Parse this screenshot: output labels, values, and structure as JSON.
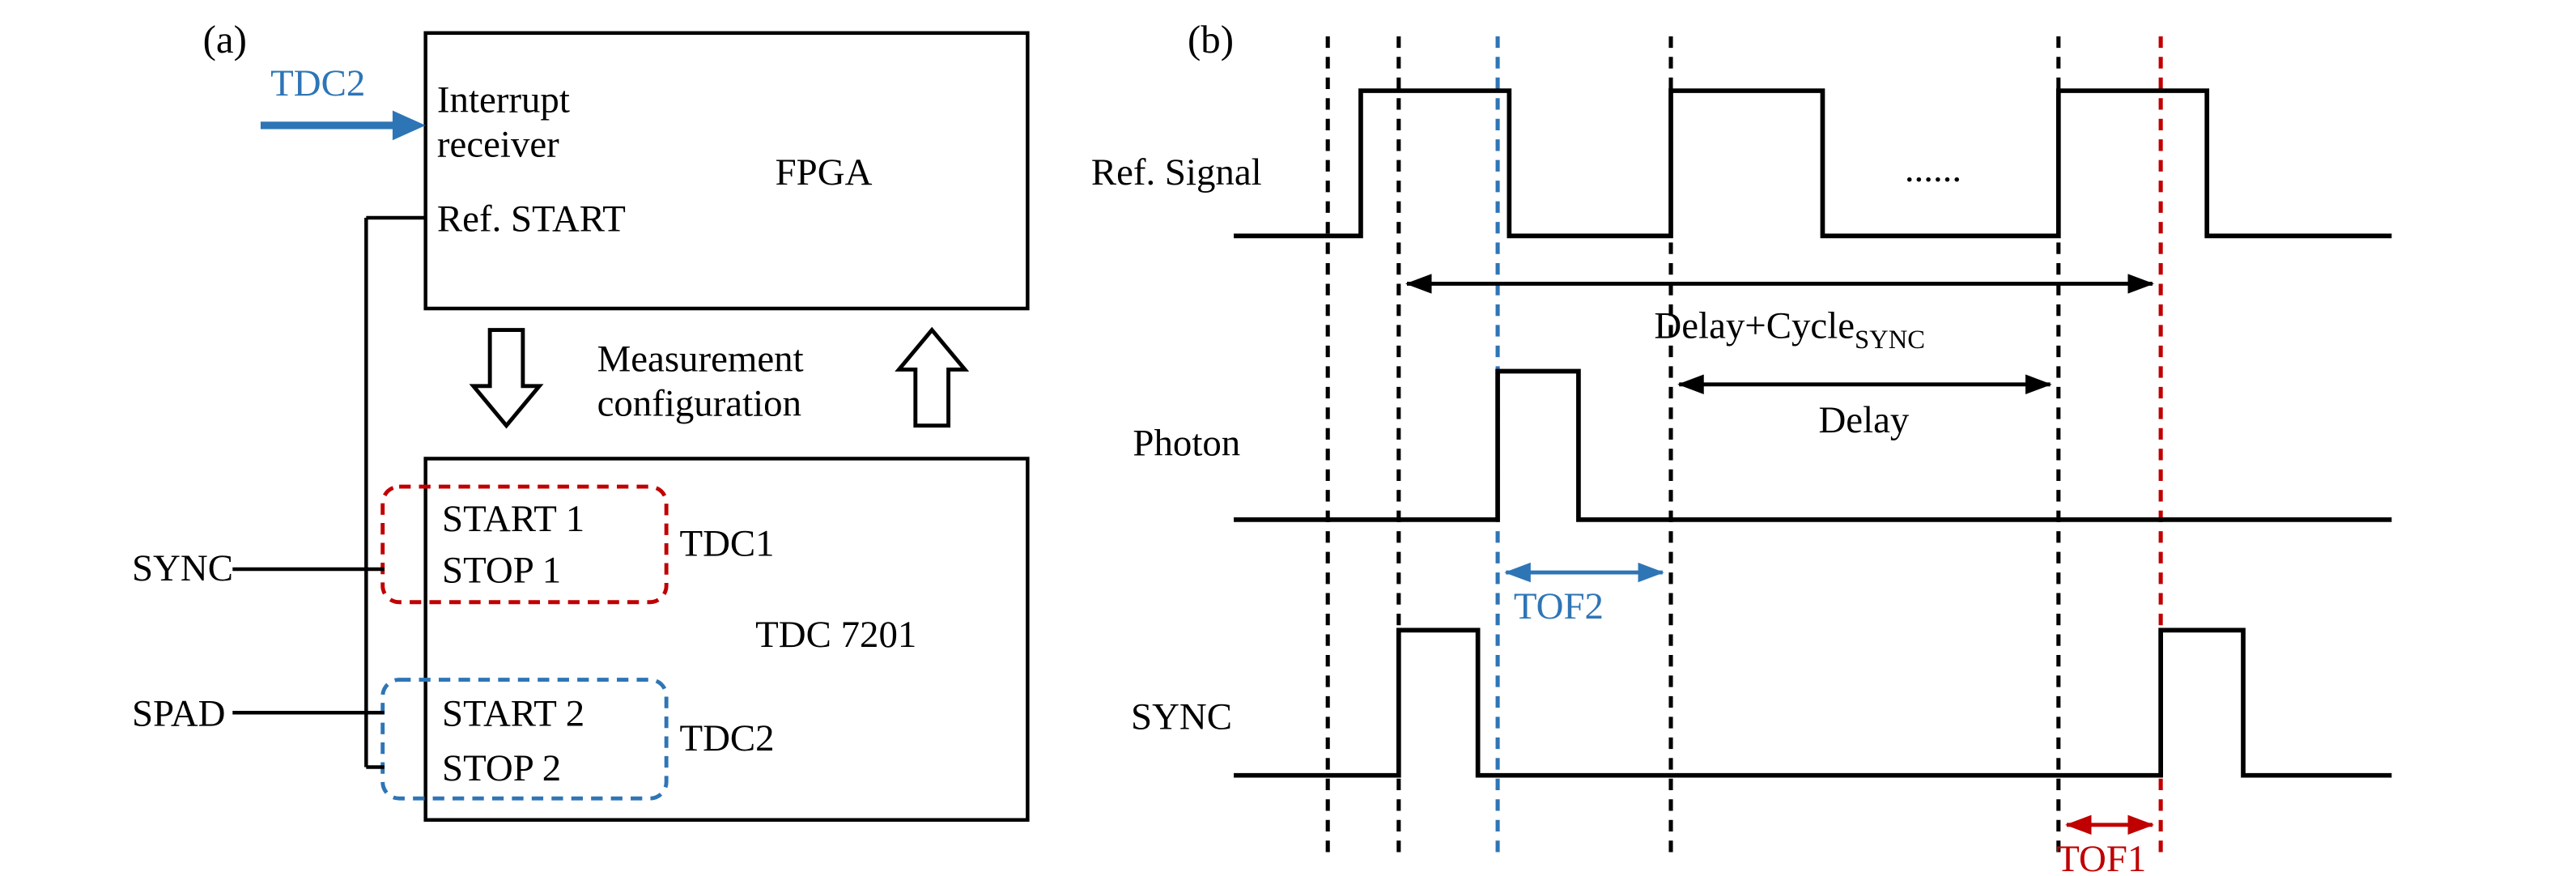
{
  "panel_a": {
    "label": "(a)",
    "tdc2_input": "TDC2",
    "fpga": {
      "interrupt_line1": "Interrupt",
      "interrupt_line2": "receiver",
      "ref_start": "Ref. START",
      "name": "FPGA"
    },
    "config_line1": "Measurement",
    "config_line2": "configuration",
    "tdc": {
      "start1": "START 1",
      "stop1": "STOP 1",
      "tdc1": "TDC1",
      "name": "TDC 7201",
      "start2": "START 2",
      "stop2": "STOP 2",
      "tdc2": "TDC2"
    },
    "sync": "SYNC",
    "spad": "SPAD"
  },
  "panel_b": {
    "label": "(b)",
    "ref_signal": "Ref. Signal",
    "photon": "Photon",
    "sync": "SYNC",
    "dots": "......",
    "delay_cycle_main": "Delay+Cycle",
    "delay_cycle_sub": "SYNC",
    "delay": "Delay",
    "tof2": "TOF2",
    "tof1": "TOF1"
  },
  "colors": {
    "blue": "#2E75B6",
    "red": "#C00000",
    "black": "#000000"
  }
}
